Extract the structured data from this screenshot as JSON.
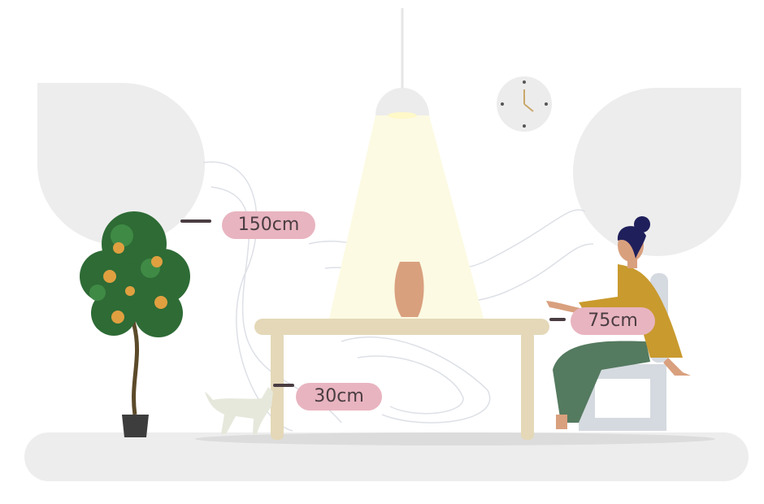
{
  "measurements": {
    "plant_height": "150cm",
    "table_height": "75cm",
    "cat_height": "30cm"
  },
  "colors": {
    "label_bg": "#e8b4c0",
    "label_text": "#4a3d42",
    "floor": "#ededed",
    "light_beam": "#fcfae2",
    "table": "#e4d8b8"
  }
}
